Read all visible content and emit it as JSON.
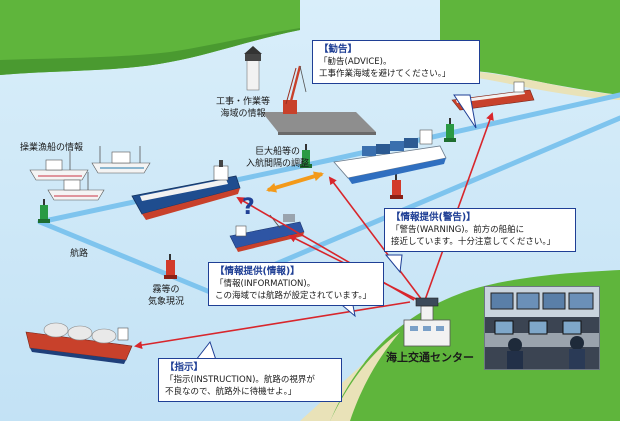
{
  "labels": {
    "construction_info": [
      "工事・作業等",
      "海域の情報"
    ],
    "fishing_info": "操業漁船の情報",
    "large_vessel": [
      "巨大船等の",
      "入航間隔の調整"
    ],
    "route": "航路",
    "fog_weather": [
      "霧等の",
      "気象現況"
    ],
    "center_name": "海上交通センター",
    "question_mark": "?"
  },
  "callouts": {
    "advice": {
      "title": "【勧告】",
      "lines": [
        "「勧告(ADVICE)。",
        "工事作業海域を避けてください。」"
      ]
    },
    "warning": {
      "title": "【情報提供(警告)】",
      "lines": [
        "「警告(WARNING)。前方の船舶に",
        "接近しています。十分注意してください。」"
      ]
    },
    "information": {
      "title": "【情報提供(情報)】",
      "lines": [
        "「情報(INFORMATION)。",
        "この海域では航路が設定されています。」"
      ]
    },
    "instruction": {
      "title": "【指示】",
      "lines": [
        "「指示(INSTRUCTION)。航路の視界が",
        "不良なので、航路外に待機せよ。」"
      ]
    }
  },
  "colors": {
    "sea": "#cfe8f7",
    "land": "#5fb53c",
    "route_lane": "#7ec4ee",
    "callout_border": "#1f3f95",
    "arrow_red": "#d8262c",
    "adjust_arrow": "#f39a1a",
    "buoy_red": "#d23a2a",
    "buoy_green": "#2a9a44"
  }
}
